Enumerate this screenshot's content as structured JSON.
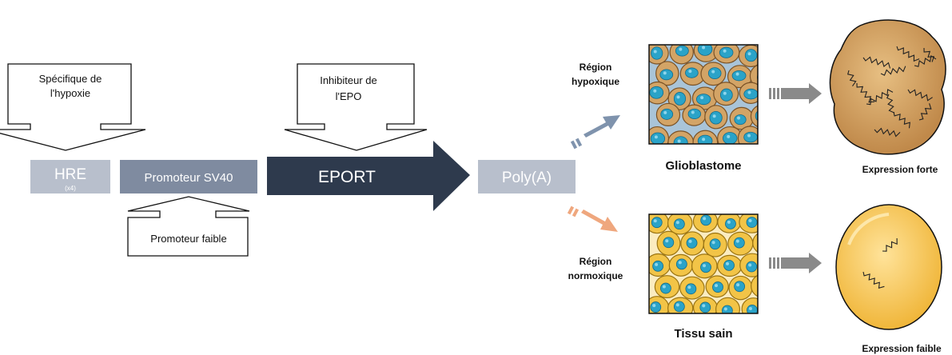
{
  "callouts": {
    "hypoxia": [
      "Spécifique de",
      "l'hypoxie"
    ],
    "epo": [
      "Inhibiteur de",
      "l'EPO"
    ],
    "weak_promoter": "Promoteur faible"
  },
  "construct": {
    "hre": "HRE",
    "hre_count": "(x4)",
    "promoter": "Promoteur SV40",
    "eport": "EPORT",
    "polya": "Poly(A)"
  },
  "regions": {
    "hypoxic": [
      "Région",
      "hypoxique"
    ],
    "normoxic": [
      "Région",
      "normoxique"
    ]
  },
  "tissues": {
    "glioblastoma": "Glioblastome",
    "healthy": "Tissu sain"
  },
  "expression": {
    "strong": "Expression forte",
    "weak": "Expression faible"
  },
  "colors": {
    "hre_block": "#b8bfcc",
    "promoter_block": "#7f8ba0",
    "eport_arrow": "#2e3a4d",
    "polya_block": "#b8bfcc",
    "hypoxic_arrow": "#7f93ad",
    "normoxic_arrow": "#efa77e",
    "expression_arrow": "#8a8a8a",
    "tumor_cell": "#c99a56",
    "healthy_cell": "#f0c34e",
    "nucleus": "#2aa3c8"
  }
}
